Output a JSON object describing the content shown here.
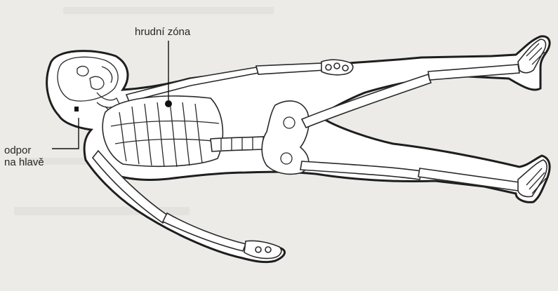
{
  "labels": {
    "chest_zone": "hrudní zóna",
    "head_resistance_line1": "odpor",
    "head_resistance_line2": "na hlavě"
  },
  "colors": {
    "paper": "#ecebe7",
    "ink": "#2a2a2a",
    "body_fill": "#ffffff",
    "marker": "#111111"
  }
}
